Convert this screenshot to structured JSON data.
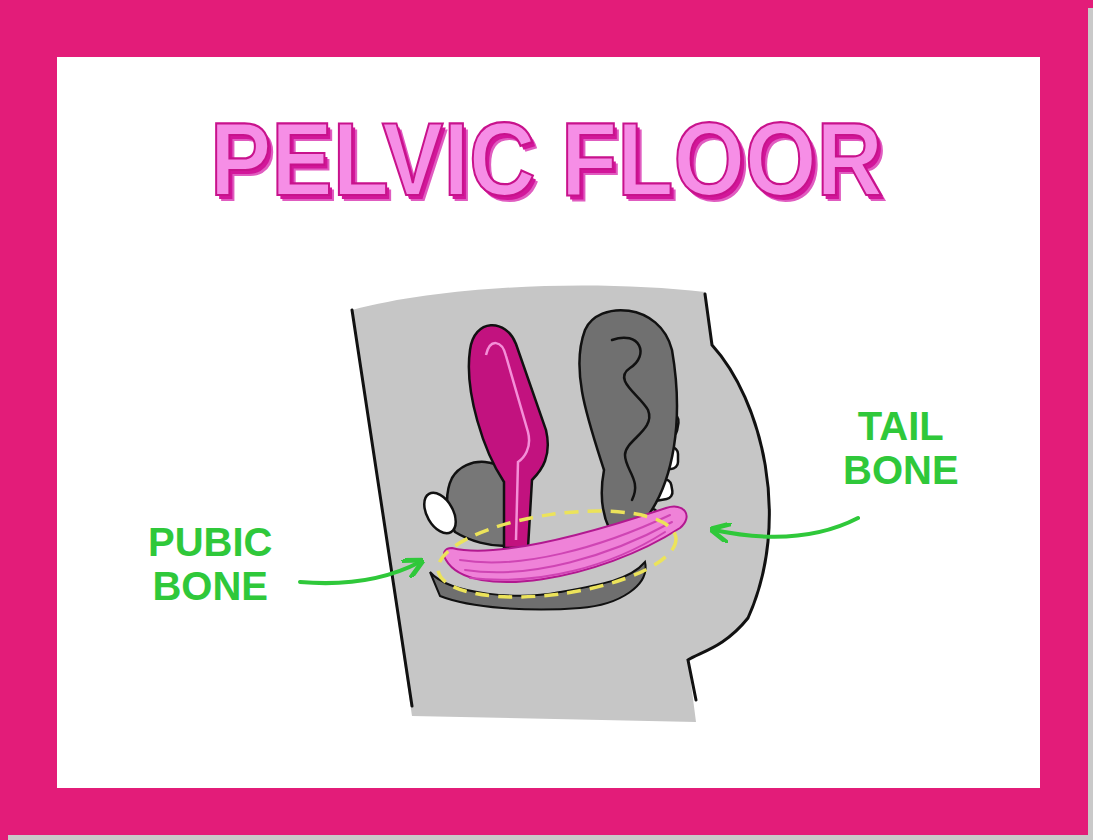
{
  "diagram": {
    "title": "PELVIC FLOOR",
    "labels": [
      "PUBIC BONE",
      "TAIL BONE"
    ]
  }
}
